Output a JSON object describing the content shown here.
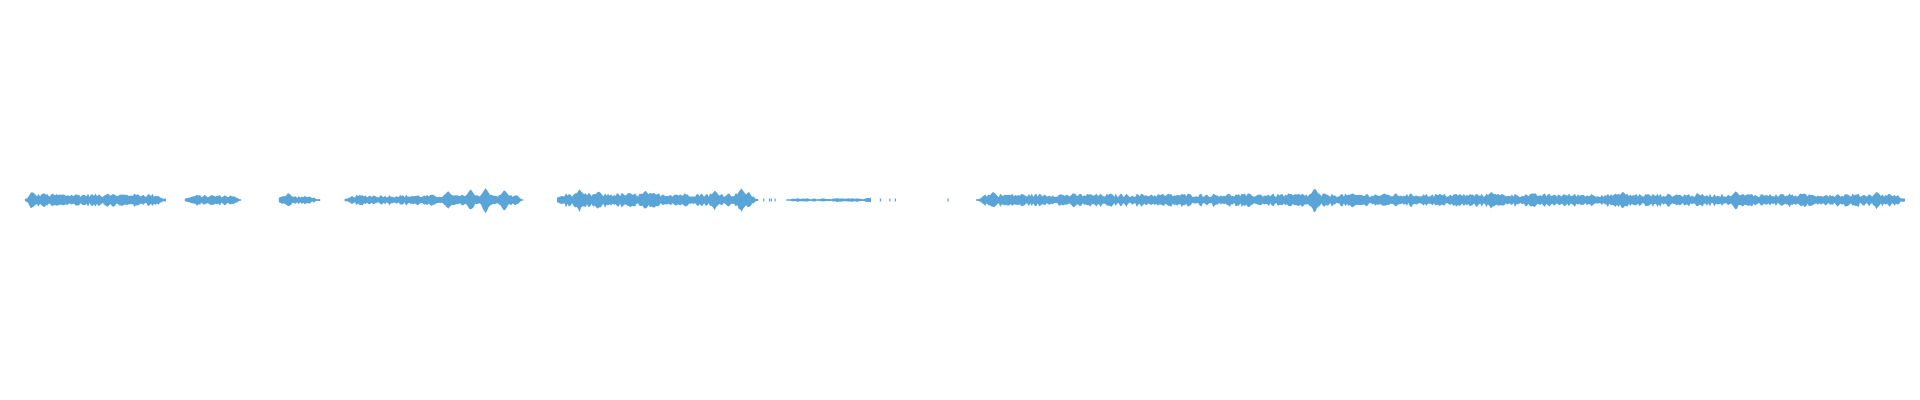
{
  "waveform": {
    "color": "#5aa5d8",
    "background": "#ffffff",
    "segments": [
      {
        "start": 0.0,
        "end": 0.075,
        "level": 0.55,
        "peaks": [
          [
            0.003,
            1.0
          ],
          [
            0.01,
            0.6
          ],
          [
            0.044,
            0.55
          ],
          [
            0.057,
            0.4
          ]
        ]
      },
      {
        "start": 0.085,
        "end": 0.115,
        "level": 0.45,
        "peaks": [
          [
            0.086,
            0.6
          ]
        ]
      },
      {
        "start": 0.135,
        "end": 0.157,
        "level": 0.35,
        "peaks": [
          [
            0.136,
            1.0
          ],
          [
            0.14,
            0.6
          ]
        ]
      },
      {
        "start": 0.17,
        "end": 0.265,
        "level": 0.45,
        "peaks": [
          [
            0.225,
            0.75
          ],
          [
            0.237,
            0.9
          ],
          [
            0.245,
            1.0
          ],
          [
            0.255,
            0.85
          ],
          [
            0.262,
            0.6
          ]
        ]
      },
      {
        "start": 0.283,
        "end": 0.39,
        "level": 0.6,
        "peaks": [
          [
            0.284,
            1.0
          ],
          [
            0.295,
            0.9
          ],
          [
            0.305,
            0.75
          ],
          [
            0.33,
            0.8
          ],
          [
            0.367,
            0.8
          ],
          [
            0.381,
            1.0
          ],
          [
            0.385,
            0.7
          ]
        ]
      },
      {
        "start": 0.405,
        "end": 0.45,
        "level": 0.15,
        "peaks": [
          [
            0.45,
            0.8
          ]
        ]
      },
      {
        "start": 0.506,
        "end": 1.0,
        "level": 0.55,
        "peaks": [
          [
            0.515,
            0.7
          ],
          [
            0.686,
            1.0
          ],
          [
            0.78,
            0.7
          ],
          [
            0.85,
            0.7
          ],
          [
            0.91,
            0.75
          ],
          [
            0.985,
            0.7
          ]
        ]
      }
    ],
    "scattered_blips": [
      0.393,
      0.396,
      0.399,
      0.397,
      0.455,
      0.46,
      0.463,
      0.491
    ]
  }
}
